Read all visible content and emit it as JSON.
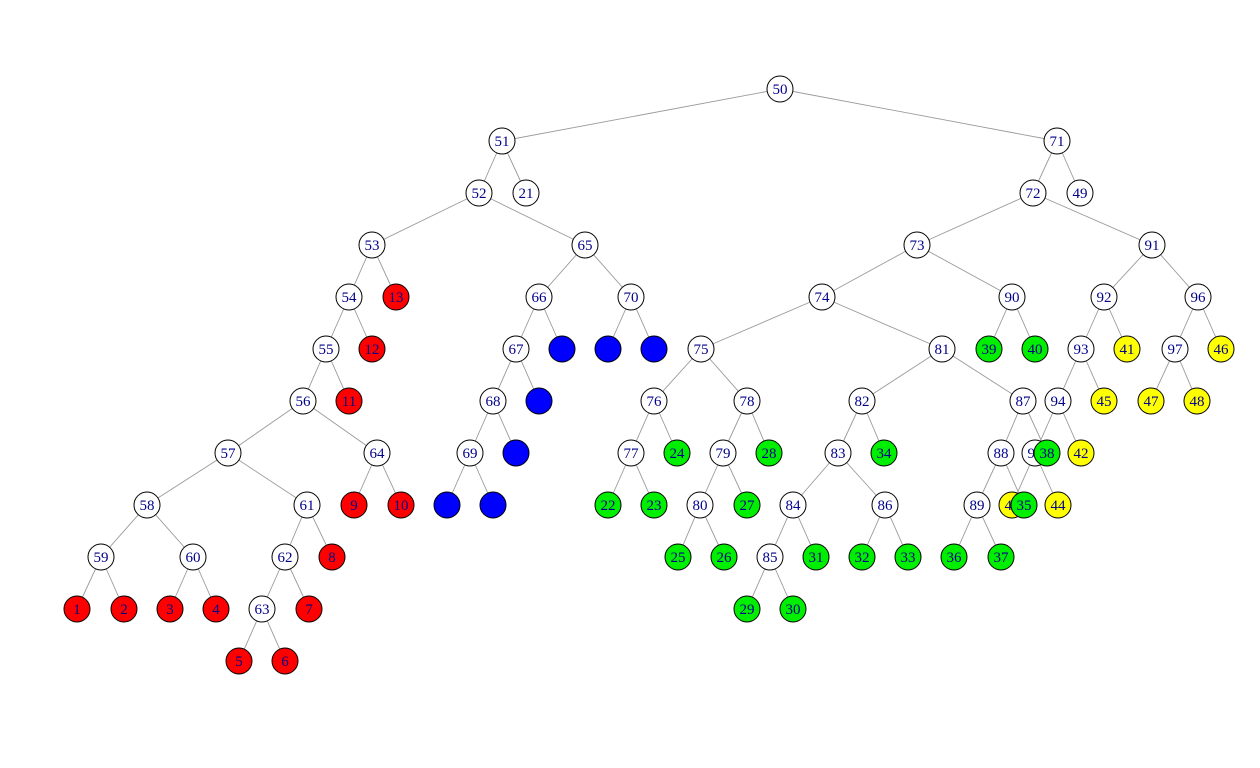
{
  "colors": {
    "internal": "#ffffff",
    "red": "#ff0000",
    "blue": "#0000ff",
    "green": "#00ee00",
    "yellow": "#ffff00",
    "label": "#00008b",
    "edge": "#9a9a9a"
  },
  "tree": {
    "nodes": [
      {
        "id": "50",
        "label": "50",
        "color": "internal"
      },
      {
        "id": "51",
        "label": "51",
        "color": "internal"
      },
      {
        "id": "71",
        "label": "71",
        "color": "internal"
      },
      {
        "id": "52",
        "label": "52",
        "color": "internal"
      },
      {
        "id": "21",
        "label": "21",
        "color": "internal"
      },
      {
        "id": "72",
        "label": "72",
        "color": "internal"
      },
      {
        "id": "49",
        "label": "49",
        "color": "internal"
      },
      {
        "id": "53",
        "label": "53",
        "color": "internal"
      },
      {
        "id": "65",
        "label": "65",
        "color": "internal"
      },
      {
        "id": "73",
        "label": "73",
        "color": "internal"
      },
      {
        "id": "91",
        "label": "91",
        "color": "internal"
      },
      {
        "id": "54",
        "label": "54",
        "color": "internal"
      },
      {
        "id": "13",
        "label": "13",
        "color": "red"
      },
      {
        "id": "66",
        "label": "66",
        "color": "internal"
      },
      {
        "id": "70",
        "label": "70",
        "color": "internal"
      },
      {
        "id": "74",
        "label": "74",
        "color": "internal"
      },
      {
        "id": "90",
        "label": "90",
        "color": "internal"
      },
      {
        "id": "92",
        "label": "92",
        "color": "internal"
      },
      {
        "id": "96",
        "label": "96",
        "color": "internal"
      },
      {
        "id": "55",
        "label": "55",
        "color": "internal"
      },
      {
        "id": "12",
        "label": "12",
        "color": "red"
      },
      {
        "id": "67",
        "label": "67",
        "color": "internal"
      },
      {
        "id": "b1",
        "label": "",
        "color": "blue"
      },
      {
        "id": "b2",
        "label": "",
        "color": "blue"
      },
      {
        "id": "b3",
        "label": "",
        "color": "blue"
      },
      {
        "id": "75",
        "label": "75",
        "color": "internal"
      },
      {
        "id": "81",
        "label": "81",
        "color": "internal"
      },
      {
        "id": "39",
        "label": "39",
        "color": "green"
      },
      {
        "id": "40",
        "label": "40",
        "color": "green"
      },
      {
        "id": "93",
        "label": "93",
        "color": "internal"
      },
      {
        "id": "41",
        "label": "41",
        "color": "yellow"
      },
      {
        "id": "97",
        "label": "97",
        "color": "internal"
      },
      {
        "id": "46",
        "label": "46",
        "color": "yellow"
      },
      {
        "id": "56",
        "label": "56",
        "color": "internal"
      },
      {
        "id": "11",
        "label": "11",
        "color": "red"
      },
      {
        "id": "68",
        "label": "68",
        "color": "internal"
      },
      {
        "id": "b4",
        "label": "",
        "color": "blue"
      },
      {
        "id": "76",
        "label": "76",
        "color": "internal"
      },
      {
        "id": "78",
        "label": "78",
        "color": "internal"
      },
      {
        "id": "82",
        "label": "82",
        "color": "internal"
      },
      {
        "id": "87",
        "label": "87",
        "color": "internal"
      },
      {
        "id": "94",
        "label": "94",
        "color": "internal"
      },
      {
        "id": "45",
        "label": "45",
        "color": "yellow"
      },
      {
        "id": "47",
        "label": "47",
        "color": "yellow"
      },
      {
        "id": "48",
        "label": "48",
        "color": "yellow"
      },
      {
        "id": "57",
        "label": "57",
        "color": "internal"
      },
      {
        "id": "64",
        "label": "64",
        "color": "internal"
      },
      {
        "id": "69",
        "label": "69",
        "color": "internal"
      },
      {
        "id": "b5",
        "label": "",
        "color": "blue"
      },
      {
        "id": "77",
        "label": "77",
        "color": "internal"
      },
      {
        "id": "24",
        "label": "24",
        "color": "green"
      },
      {
        "id": "79",
        "label": "79",
        "color": "internal"
      },
      {
        "id": "28",
        "label": "28",
        "color": "green"
      },
      {
        "id": "83",
        "label": "83",
        "color": "internal"
      },
      {
        "id": "34",
        "label": "34",
        "color": "green"
      },
      {
        "id": "88",
        "label": "88",
        "color": "internal"
      },
      {
        "id": "95",
        "label": "95",
        "color": "internal"
      },
      {
        "id": "38",
        "label": "38",
        "color": "green"
      },
      {
        "id": "42",
        "label": "42",
        "color": "yellow"
      },
      {
        "id": "58",
        "label": "58",
        "color": "internal"
      },
      {
        "id": "61",
        "label": "61",
        "color": "internal"
      },
      {
        "id": "9",
        "label": "9",
        "color": "red"
      },
      {
        "id": "10",
        "label": "10",
        "color": "red"
      },
      {
        "id": "b6",
        "label": "",
        "color": "blue"
      },
      {
        "id": "b7",
        "label": "",
        "color": "blue"
      },
      {
        "id": "22",
        "label": "22",
        "color": "green"
      },
      {
        "id": "23",
        "label": "23",
        "color": "green"
      },
      {
        "id": "80",
        "label": "80",
        "color": "internal"
      },
      {
        "id": "27",
        "label": "27",
        "color": "green"
      },
      {
        "id": "84",
        "label": "84",
        "color": "internal"
      },
      {
        "id": "86",
        "label": "86",
        "color": "internal"
      },
      {
        "id": "89",
        "label": "89",
        "color": "internal"
      },
      {
        "id": "43",
        "label": "43",
        "color": "yellow"
      },
      {
        "id": "35",
        "label": "35",
        "color": "green"
      },
      {
        "id": "44",
        "label": "44",
        "color": "yellow"
      },
      {
        "id": "59",
        "label": "59",
        "color": "internal"
      },
      {
        "id": "60",
        "label": "60",
        "color": "internal"
      },
      {
        "id": "62",
        "label": "62",
        "color": "internal"
      },
      {
        "id": "8",
        "label": "8",
        "color": "red"
      },
      {
        "id": "25",
        "label": "25",
        "color": "green"
      },
      {
        "id": "26",
        "label": "26",
        "color": "green"
      },
      {
        "id": "85",
        "label": "85",
        "color": "internal"
      },
      {
        "id": "31",
        "label": "31",
        "color": "green"
      },
      {
        "id": "32",
        "label": "32",
        "color": "green"
      },
      {
        "id": "33",
        "label": "33",
        "color": "green"
      },
      {
        "id": "36",
        "label": "36",
        "color": "green"
      },
      {
        "id": "37",
        "label": "37",
        "color": "green"
      },
      {
        "id": "1",
        "label": "1",
        "color": "red"
      },
      {
        "id": "2",
        "label": "2",
        "color": "red"
      },
      {
        "id": "3",
        "label": "3",
        "color": "red"
      },
      {
        "id": "4",
        "label": "4",
        "color": "red"
      },
      {
        "id": "63",
        "label": "63",
        "color": "internal"
      },
      {
        "id": "7",
        "label": "7",
        "color": "red"
      },
      {
        "id": "29",
        "label": "29",
        "color": "green"
      },
      {
        "id": "30",
        "label": "30",
        "color": "green"
      },
      {
        "id": "5",
        "label": "5",
        "color": "red"
      },
      {
        "id": "6",
        "label": "6",
        "color": "red"
      }
    ],
    "edges": [
      [
        "50",
        "51"
      ],
      [
        "50",
        "71"
      ],
      [
        "51",
        "52"
      ],
      [
        "51",
        "21"
      ],
      [
        "71",
        "72"
      ],
      [
        "71",
        "49"
      ],
      [
        "52",
        "53"
      ],
      [
        "52",
        "65"
      ],
      [
        "72",
        "73"
      ],
      [
        "72",
        "91"
      ],
      [
        "53",
        "54"
      ],
      [
        "53",
        "13"
      ],
      [
        "65",
        "66"
      ],
      [
        "65",
        "70"
      ],
      [
        "73",
        "74"
      ],
      [
        "73",
        "90"
      ],
      [
        "91",
        "92"
      ],
      [
        "91",
        "96"
      ],
      [
        "54",
        "55"
      ],
      [
        "54",
        "12"
      ],
      [
        "66",
        "67"
      ],
      [
        "66",
        "b1"
      ],
      [
        "70",
        "b2"
      ],
      [
        "70",
        "b3"
      ],
      [
        "74",
        "75"
      ],
      [
        "74",
        "81"
      ],
      [
        "90",
        "39"
      ],
      [
        "90",
        "40"
      ],
      [
        "92",
        "93"
      ],
      [
        "92",
        "41"
      ],
      [
        "96",
        "97"
      ],
      [
        "96",
        "46"
      ],
      [
        "55",
        "56"
      ],
      [
        "55",
        "11"
      ],
      [
        "67",
        "68"
      ],
      [
        "67",
        "b4"
      ],
      [
        "75",
        "76"
      ],
      [
        "75",
        "78"
      ],
      [
        "81",
        "82"
      ],
      [
        "81",
        "87"
      ],
      [
        "93",
        "94"
      ],
      [
        "93",
        "45"
      ],
      [
        "97",
        "47"
      ],
      [
        "97",
        "48"
      ],
      [
        "56",
        "57"
      ],
      [
        "56",
        "64"
      ],
      [
        "68",
        "69"
      ],
      [
        "68",
        "b5"
      ],
      [
        "76",
        "77"
      ],
      [
        "76",
        "24"
      ],
      [
        "78",
        "79"
      ],
      [
        "78",
        "28"
      ],
      [
        "82",
        "83"
      ],
      [
        "82",
        "34"
      ],
      [
        "87",
        "88"
      ],
      [
        "87",
        "38"
      ],
      [
        "94",
        "95"
      ],
      [
        "94",
        "42"
      ],
      [
        "57",
        "58"
      ],
      [
        "57",
        "61"
      ],
      [
        "64",
        "9"
      ],
      [
        "64",
        "10"
      ],
      [
        "69",
        "b6"
      ],
      [
        "69",
        "b7"
      ],
      [
        "77",
        "22"
      ],
      [
        "77",
        "23"
      ],
      [
        "79",
        "80"
      ],
      [
        "79",
        "27"
      ],
      [
        "83",
        "84"
      ],
      [
        "83",
        "86"
      ],
      [
        "88",
        "89"
      ],
      [
        "88",
        "35"
      ],
      [
        "95",
        "43"
      ],
      [
        "95",
        "44"
      ],
      [
        "58",
        "59"
      ],
      [
        "58",
        "60"
      ],
      [
        "61",
        "62"
      ],
      [
        "61",
        "8"
      ],
      [
        "80",
        "25"
      ],
      [
        "80",
        "26"
      ],
      [
        "84",
        "85"
      ],
      [
        "84",
        "31"
      ],
      [
        "86",
        "32"
      ],
      [
        "86",
        "33"
      ],
      [
        "89",
        "36"
      ],
      [
        "89",
        "37"
      ],
      [
        "59",
        "1"
      ],
      [
        "59",
        "2"
      ],
      [
        "60",
        "3"
      ],
      [
        "60",
        "4"
      ],
      [
        "62",
        "63"
      ],
      [
        "62",
        "7"
      ],
      [
        "85",
        "29"
      ],
      [
        "85",
        "30"
      ],
      [
        "63",
        "5"
      ],
      [
        "63",
        "6"
      ]
    ]
  }
}
